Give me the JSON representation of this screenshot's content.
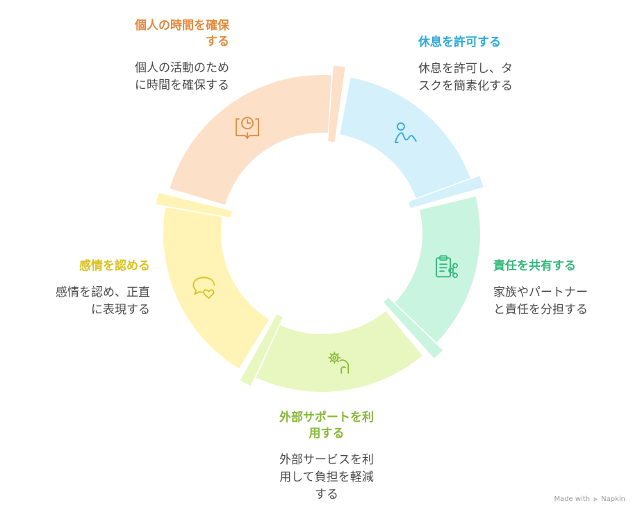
{
  "steps": [
    {
      "title": "休息を許可する",
      "desc": "休息を許可し、タスクを簡素化する",
      "desc_lines": [
        "休息を許可し、タ",
        "スクを簡素化する"
      ],
      "color": "#d3f0fb",
      "accent": "#2ea9d8",
      "icon": "person-resting-icon"
    },
    {
      "title": "責任を共有する",
      "desc": "家族やパートナーと責任を分担する",
      "desc_lines": [
        "家族やパートナー",
        "と責任を分担する"
      ],
      "color": "#c9f5e0",
      "accent": "#34b87c",
      "icon": "clipboard-share-icon"
    },
    {
      "title": "外部サポートを利用する",
      "desc": "外部サービスを利用して負担を軽減する",
      "title_lines": [
        "外部サポートを利",
        "用する"
      ],
      "desc_lines": [
        "外部サービスを利",
        "用して負担を軽減",
        "する"
      ],
      "color": "#e8f7c0",
      "accent": "#88b83a",
      "icon": "hand-gear-icon"
    },
    {
      "title": "感情を認める",
      "desc": "感情を認め、正直に表現する",
      "desc_lines": [
        "感情を認め、正直",
        "に表現する"
      ],
      "color": "#fff4b5",
      "accent": "#d9c21f",
      "icon": "chat-heart-icon"
    },
    {
      "title": "個人の時間を確保する",
      "desc": "個人の活動のために時間を確保する",
      "title_lines": [
        "個人の時間を確保",
        "する"
      ],
      "desc_lines": [
        "個人の活動のため",
        "に時間を確保する"
      ],
      "color": "#fde0c8",
      "accent": "#e08a3c",
      "icon": "book-clock-icon"
    }
  ],
  "footer": {
    "made_with": "Made with",
    "brand": "Napkin"
  }
}
